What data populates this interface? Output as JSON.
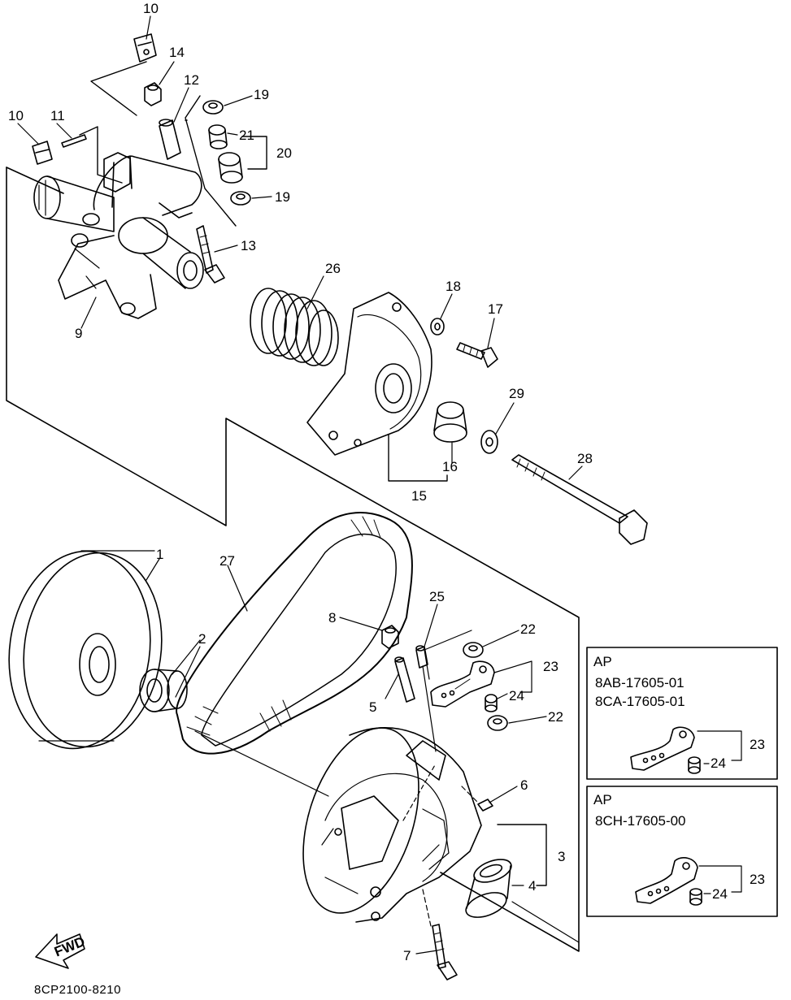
{
  "diagram": {
    "drawing_code": "8CP2100-8210",
    "fwd_label": "FWD",
    "callouts": {
      "p1": "1",
      "p2": "2",
      "p3": "3",
      "p4": "4",
      "p5": "5",
      "p6": "6",
      "p7": "7",
      "p8": "8",
      "p9": "9",
      "p10a": "10",
      "p10b": "10",
      "p11": "11",
      "p12": "12",
      "p13": "13",
      "p14": "14",
      "p15": "15",
      "p16": "16",
      "p17": "17",
      "p18": "18",
      "p19a": "19",
      "p19b": "19",
      "p20": "20",
      "p21": "21",
      "p22a": "22",
      "p22b": "22",
      "p23": "23",
      "p24": "24",
      "p25": "25",
      "p26": "26",
      "p27": "27",
      "p28": "28",
      "p29": "29"
    },
    "ap_box_1": {
      "title": "AP",
      "codes": [
        "8AB-17605-01",
        "8CA-17605-01"
      ],
      "callout_23": "23",
      "callout_24": "24"
    },
    "ap_box_2": {
      "title": "AP",
      "codes": [
        "8CH-17605-00"
      ],
      "callout_23": "23",
      "callout_24": "24"
    }
  }
}
